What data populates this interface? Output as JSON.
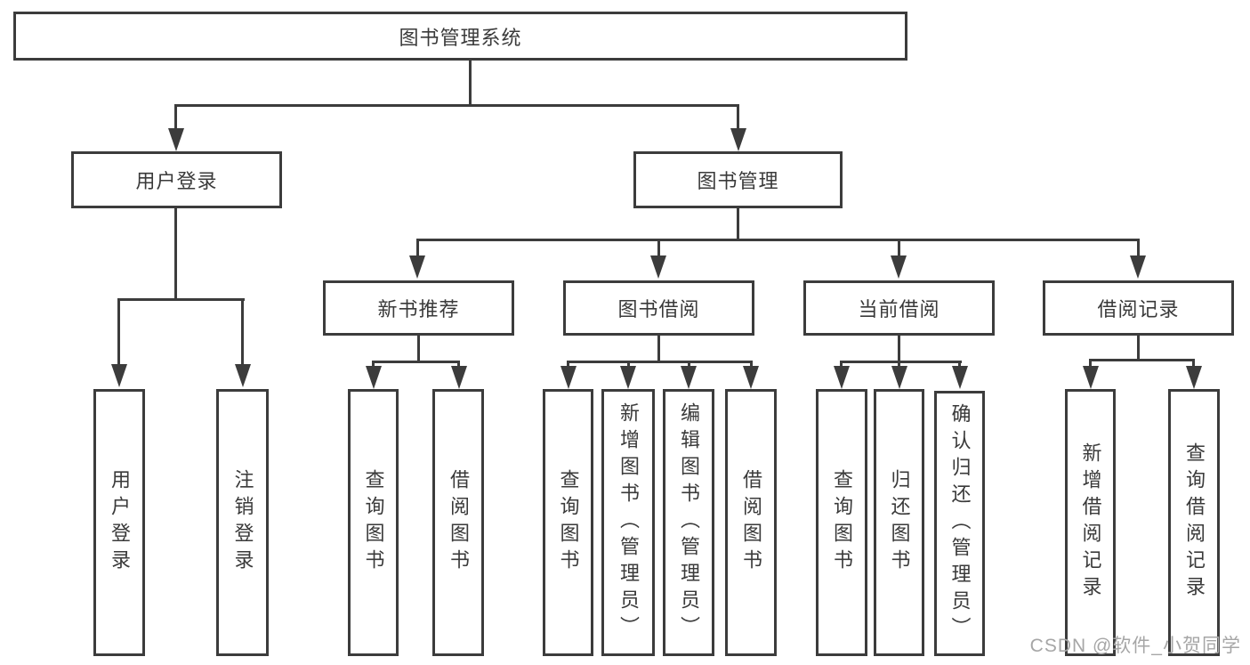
{
  "diagram": {
    "type": "hierarchy-tree",
    "root": {
      "label": "图书管理系统",
      "children": [
        {
          "label": "用户登录",
          "children": [
            {
              "label": "用户登录"
            },
            {
              "label": "注销登录"
            }
          ]
        },
        {
          "label": "图书管理",
          "children": [
            {
              "label": "新书推荐",
              "children": [
                {
                  "label": "查询图书"
                },
                {
                  "label": "借阅图书"
                }
              ]
            },
            {
              "label": "图书借阅",
              "children": [
                {
                  "label": "查询图书"
                },
                {
                  "label": "新增图书（管理员）"
                },
                {
                  "label": "编辑图书（管理员）"
                },
                {
                  "label": "借阅图书"
                }
              ]
            },
            {
              "label": "当前借阅",
              "children": [
                {
                  "label": "查询图书"
                },
                {
                  "label": "归还图书"
                },
                {
                  "label": "确认归还（管理员）"
                }
              ]
            },
            {
              "label": "借阅记录",
              "children": [
                {
                  "label": "新增借阅记录"
                },
                {
                  "label": "查询借阅记录"
                }
              ]
            }
          ]
        }
      ]
    },
    "watermark": "CSDN @软件_小贺同学",
    "colors": {
      "line": "#3c3c3c",
      "text": "#3a3a3a",
      "watermark": "#a6a6a6",
      "background": "#ffffff"
    }
  }
}
